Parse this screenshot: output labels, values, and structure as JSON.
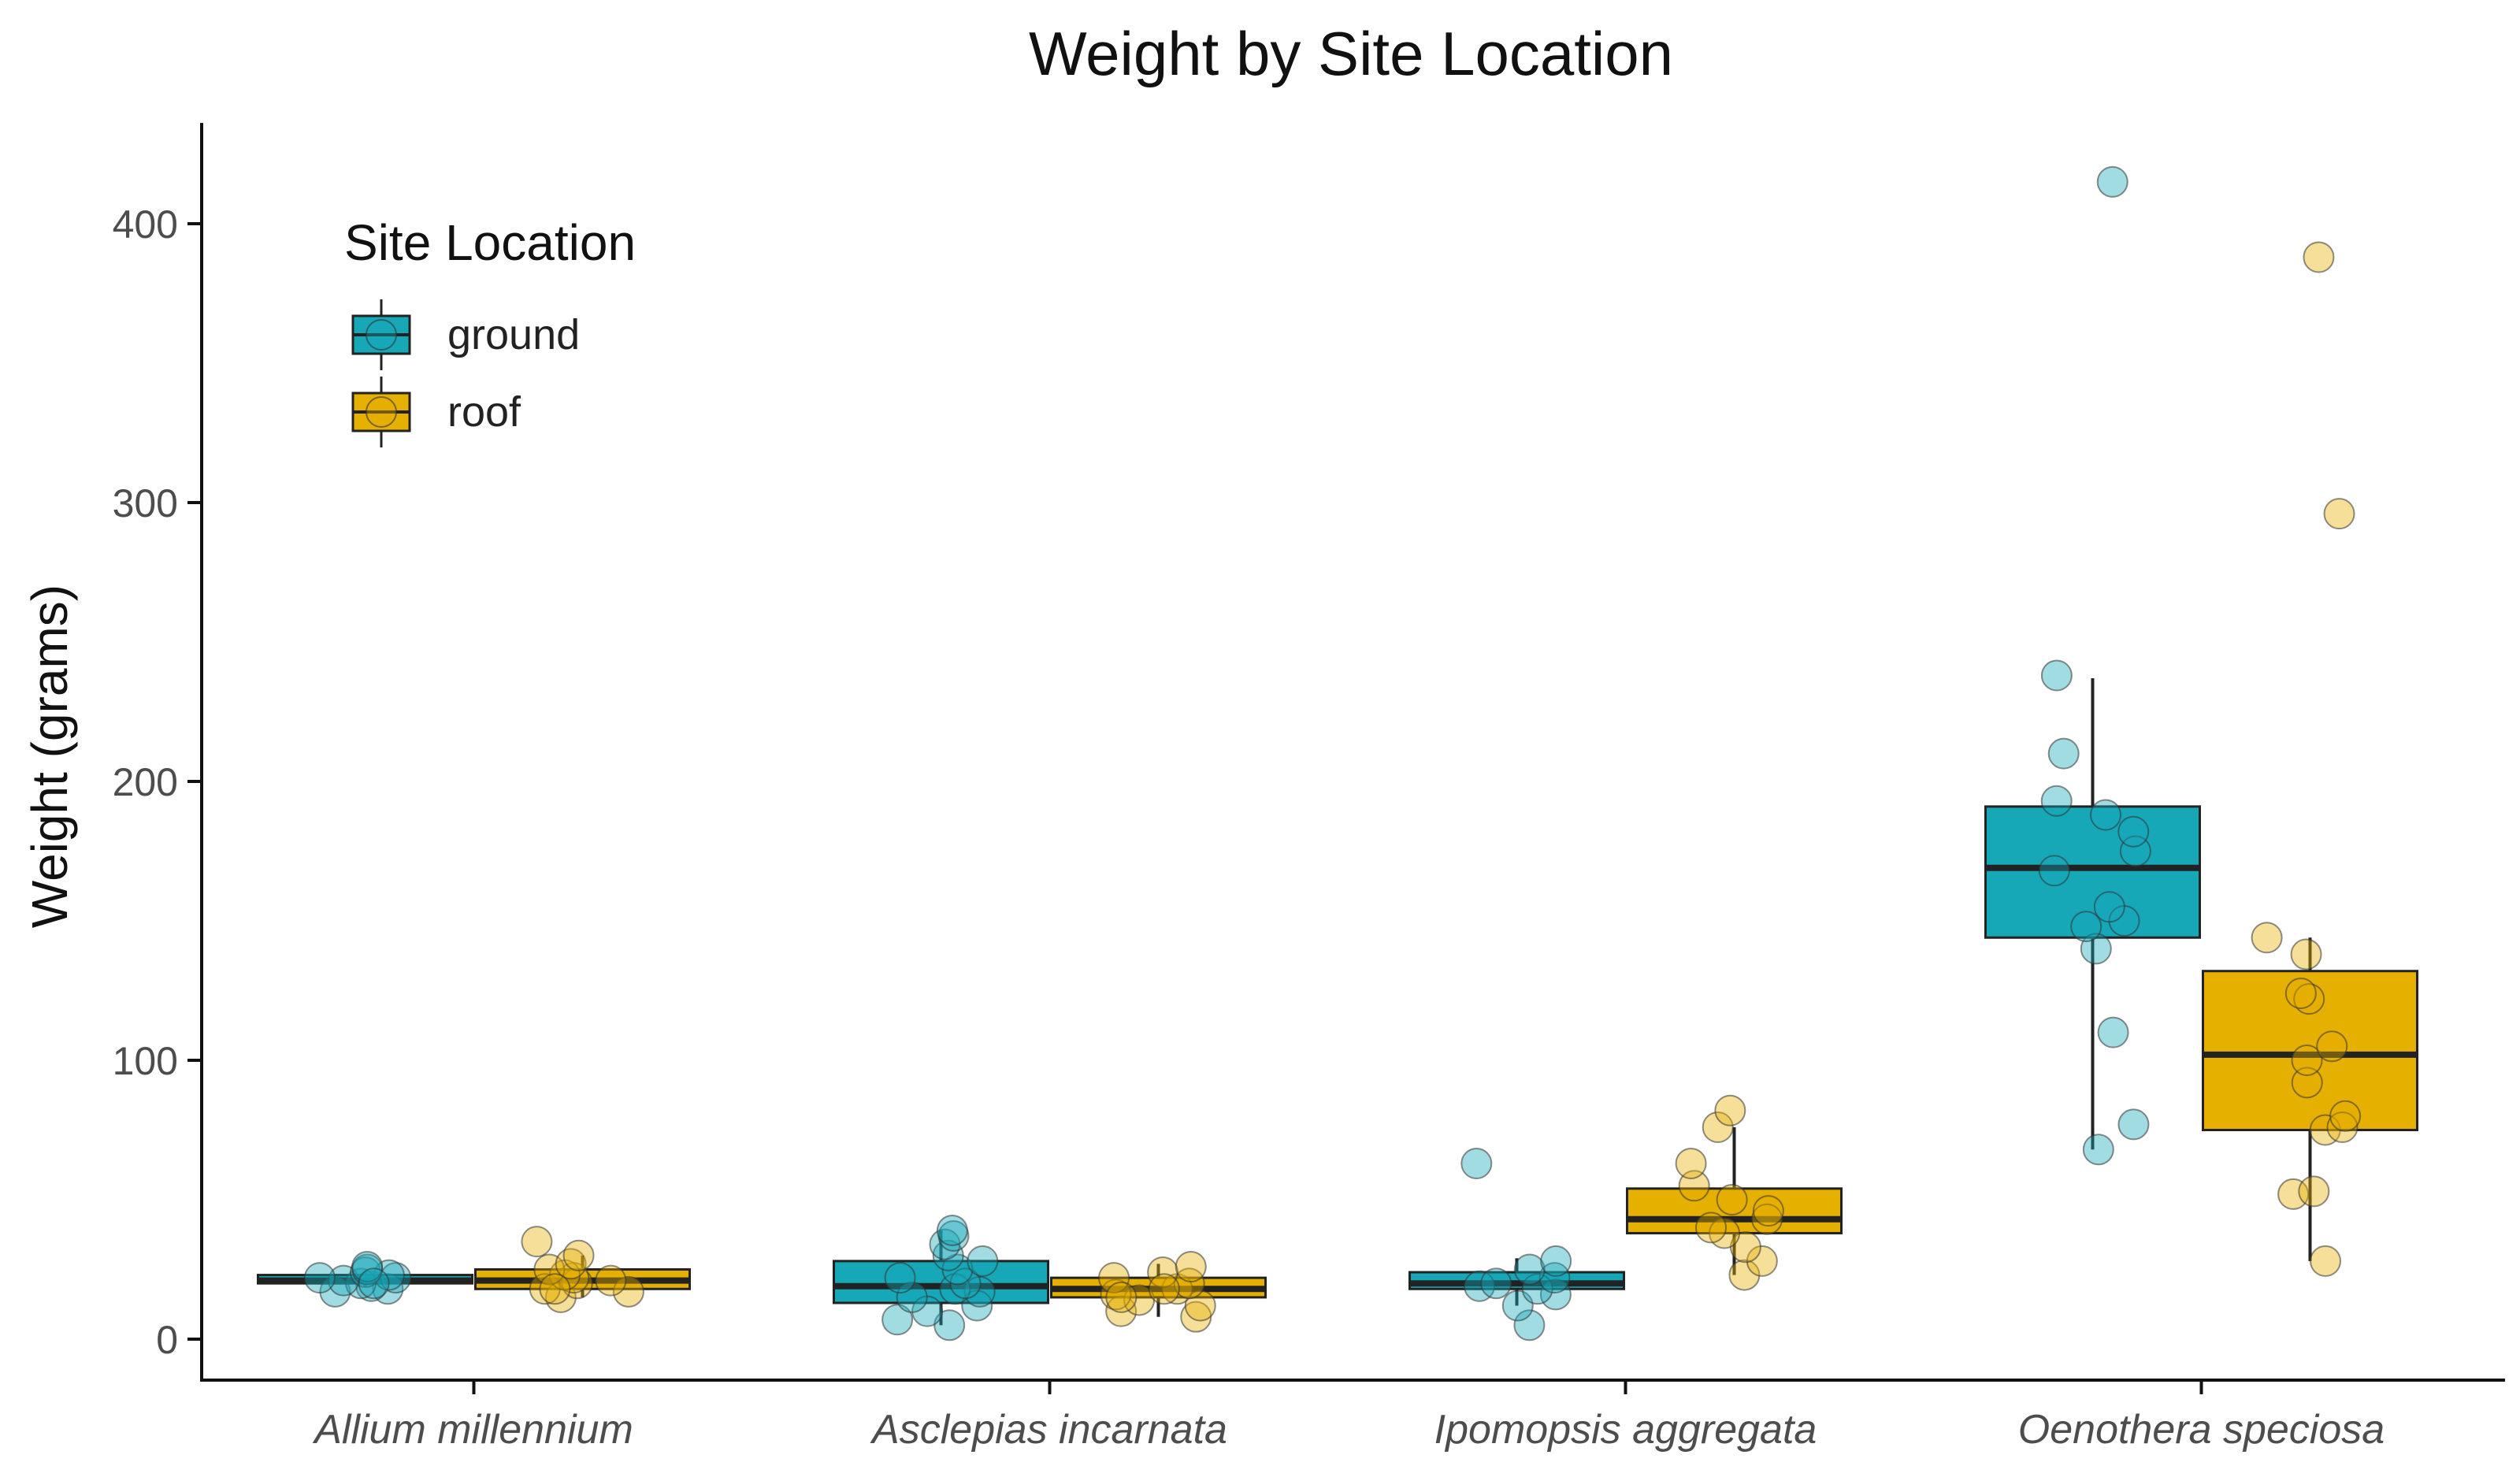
{
  "chart_data": {
    "type": "box",
    "title": "Weight by Site Location",
    "xlabel": "",
    "ylabel": "Weight (grams)",
    "ylim": [
      -18,
      435
    ],
    "yticks": [
      0,
      100,
      200,
      300,
      400
    ],
    "categories": [
      "Allium millennium",
      "Asclepias incarnata",
      "Ipomopsis aggregata",
      "Oenothera speciosa"
    ],
    "legend": {
      "title": "Site Location",
      "position": "top-left"
    },
    "grid": false,
    "series": [
      {
        "name": "ground",
        "color": "#17A8B8",
        "boxes": [
          {
            "q1": 20,
            "median": 21,
            "q3": 23,
            "whisker_low": 19,
            "whisker_high": 24,
            "points": [
              17,
              18,
              19,
              20,
              21,
              22,
              23,
              24,
              25,
              26,
              22,
              20
            ]
          },
          {
            "q1": 13,
            "median": 19,
            "q3": 28,
            "whisker_low": 5,
            "whisker_high": 39,
            "points": [
              5,
              7,
              10,
              12,
              15,
              17,
              18,
              20,
              22,
              25,
              28,
              30,
              34,
              37,
              39
            ]
          },
          {
            "q1": 18,
            "median": 20,
            "q3": 24,
            "whisker_low": 12,
            "whisker_high": 29,
            "points": [
              5,
              12,
              16,
              18,
              19,
              20,
              22,
              25,
              28,
              63
            ]
          },
          {
            "q1": 144,
            "median": 169,
            "q3": 191,
            "whisker_low": 68,
            "whisker_high": 237,
            "points": [
              68,
              77,
              110,
              140,
              148,
              150,
              155,
              168,
              175,
              182,
              188,
              193,
              210,
              238,
              415
            ]
          }
        ]
      },
      {
        "name": "roof",
        "color": "#E6B000",
        "boxes": [
          {
            "q1": 18,
            "median": 21,
            "q3": 25,
            "whisker_low": 15,
            "whisker_high": 30,
            "points": [
              15,
              17,
              18,
              20,
              21,
              22,
              23,
              25,
              27,
              30,
              35,
              18
            ]
          },
          {
            "q1": 15,
            "median": 18,
            "q3": 22,
            "whisker_low": 8,
            "whisker_high": 27,
            "points": [
              8,
              10,
              12,
              14,
              16,
              18,
              20,
              22,
              24,
              26,
              18,
              15
            ]
          },
          {
            "q1": 38,
            "median": 43,
            "q3": 54,
            "whisker_low": 23,
            "whisker_high": 76,
            "points": [
              23,
              28,
              33,
              38,
              40,
              43,
              46,
              50,
              55,
              63,
              76,
              82
            ]
          },
          {
            "q1": 75,
            "median": 102,
            "q3": 132,
            "whisker_low": 28,
            "whisker_high": 144,
            "points": [
              28,
              52,
              53,
              75,
              76,
              80,
              92,
              100,
              105,
              122,
              124,
              138,
              144,
              296,
              388
            ]
          }
        ]
      }
    ]
  }
}
